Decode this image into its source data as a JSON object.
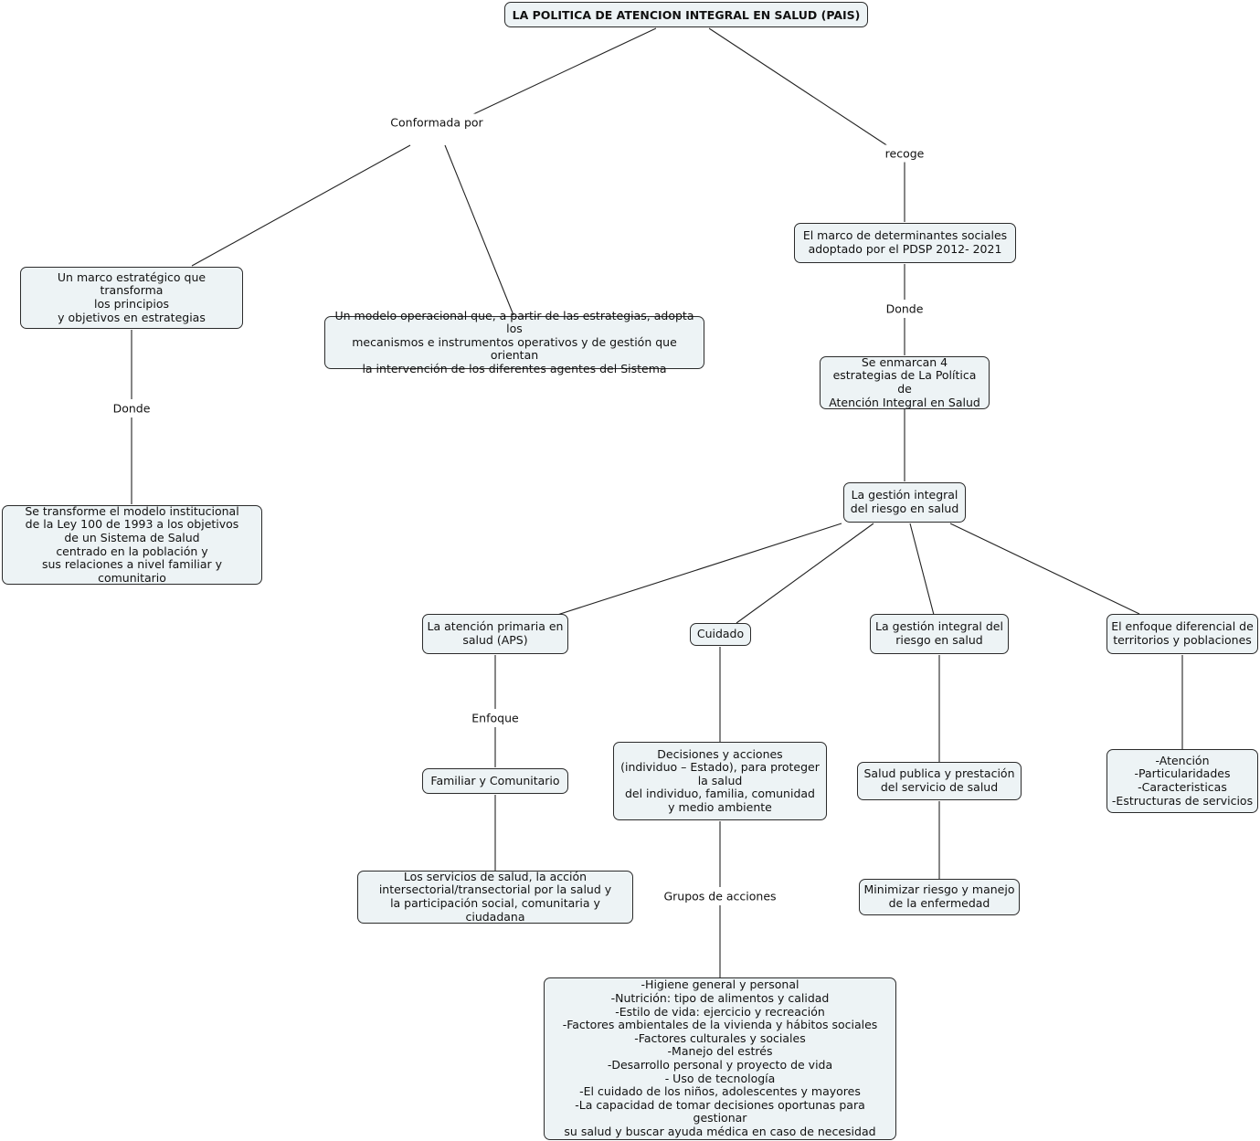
{
  "concept_map": {
    "title": "LA POLITICA DE ATENCION INTEGRAL EN SALUD (PAIS)",
    "nodes": {
      "marco_estrategico": "Un marco estratégico que transforma\nlos principios\ny objetivos en estrategias",
      "modelo_operacional": "Un modelo operacional que, a partir de las estrategias, adopta los\nmecanismos e instrumentos operativos y de gestión que orientan\nla intervención de los diferentes agentes del Sistema",
      "transforme_modelo": "Se transforme el modelo institucional\nde la Ley 100 de 1993 a los objetivos\nde un Sistema de Salud\ncentrado en la población y\nsus relaciones a nivel familiar y comunitario",
      "marco_determinantes": "El marco de determinantes sociales\nadoptado por el PDSP 2012- 2021",
      "cuatro_estrategias": "Se enmarcan 4\nestrategias de La Política de\nAtención Integral en Salud",
      "gestion_integral_top": "La gestión integral\ndel riesgo en salud",
      "aps": "La atención primaria en\nsalud (APS)",
      "cuidado": "Cuidado",
      "gestion_integral_child": "La gestión integral del\nriesgo en salud",
      "enfoque_diferencial": "El enfoque diferencial de\nterritorios y poblaciones",
      "familiar_comunitario": "Familiar y Comunitario",
      "servicios_salud": "Los servicios de salud, la acción\nintersectorial/transectorial por la salud y\nla participación social, comunitaria y ciudadana",
      "decisiones_acciones": "Decisiones y acciones\n(individuo – Estado), para proteger\nla salud\ndel individuo, familia, comunidad\ny medio ambiente",
      "grupos_lista": "-Higiene general y personal\n-Nutrición: tipo de alimentos y calidad\n-Estilo de vida: ejercicio y recreación\n-Factores ambientales de la vivienda y hábitos sociales\n-Factores culturales y sociales\n-Manejo del estrés\n-Desarrollo personal y proyecto de vida\n- Uso de tecnología\n-El cuidado de los niños, adolescentes y mayores\n-La capacidad de tomar decisiones oportunas para gestionar\nsu salud y buscar ayuda médica en caso de necesidad",
      "salud_publica": "Salud publica y prestación\ndel servicio de salud",
      "minimizar_riesgo": "Minimizar riesgo y manejo\nde la enfermedad",
      "atencion_lista": "-Atención\n-Particularidades\n-Caracteristicas\n-Estructuras de servicios"
    },
    "link_labels": {
      "conformada_por": "Conformada por",
      "recoge": "recoge",
      "donde_left": "Donde",
      "donde_right": "Donde",
      "enfoque": "Enfoque",
      "grupos_de_acciones": "Grupos de acciones"
    }
  }
}
